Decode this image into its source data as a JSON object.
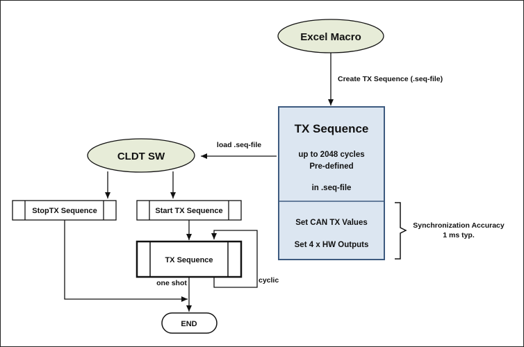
{
  "nodes": {
    "excel_macro": "Excel Macro",
    "cldt_sw": "CLDT SW",
    "tx_sequence_title": "TX Sequence",
    "tx_sequence_line1": "up to 2048 cycles",
    "tx_sequence_line2": "Pre-defined",
    "tx_sequence_line3": "in .seq-file",
    "set_can_tx": "Set CAN TX Values",
    "set_hw_outputs": "Set 4 x HW Outputs",
    "stop_tx": "StopTX Sequence",
    "start_tx": "Start TX Sequence",
    "tx_sequence_loop": "TX Sequence",
    "end": "END"
  },
  "labels": {
    "create_tx": "Create TX Sequence (.seq-file)",
    "load_seq": "load .seq-file",
    "sync_line1": "Synchronization Accuracy",
    "sync_line2": "1 ms typ.",
    "one_shot": "one shot",
    "cyclic": "cyclic"
  },
  "colors": {
    "ellipse_fill": "#e7ecd8",
    "panel_fill": "#dce6f1",
    "panel_stroke": "#3d5a7f",
    "line": "#111111"
  }
}
